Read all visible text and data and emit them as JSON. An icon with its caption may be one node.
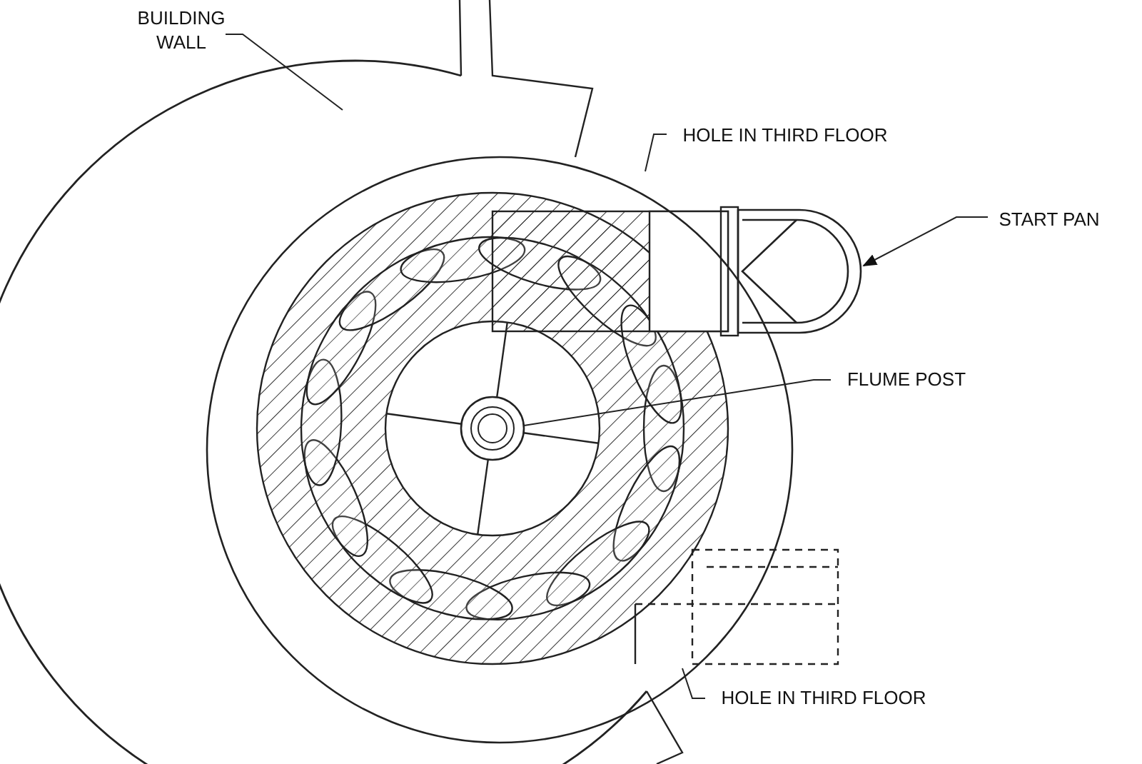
{
  "diagram": {
    "nodes": [
      {
        "text": [
          "BUILDING WALL"
        ]
      },
      {
        "text": [],
        "shape": "circle"
      },
      {
        "text": [
          "HOLE IN THIRD FLOOR"
        ]
      },
      {
        "text": [],
        "shape": "circle"
      },
      {
        "text": [
          "START PAN"
        ]
      },
      {
        "text": [],
        "shape": "picture"
      },
      {
        "text": [
          "FLUME POST"
        ]
      },
      {
        "text": [],
        "shape": "circle"
      },
      {
        "text": [
          "HOLE IN THIRD FLOOR"
        ]
      }
    ],
    "edges": [
      {
        "from": 0,
        "to": 1,
        "arrow": "none"
      },
      {
        "from": 2,
        "to": 3,
        "arrow": "none"
      },
      {
        "from": 4,
        "to": 5,
        "arrow": "to"
      },
      {
        "from": 6,
        "to": 7,
        "arrow": "none"
      },
      {
        "from": 8,
        "to": 3,
        "arrow": "none"
      }
    ]
  }
}
